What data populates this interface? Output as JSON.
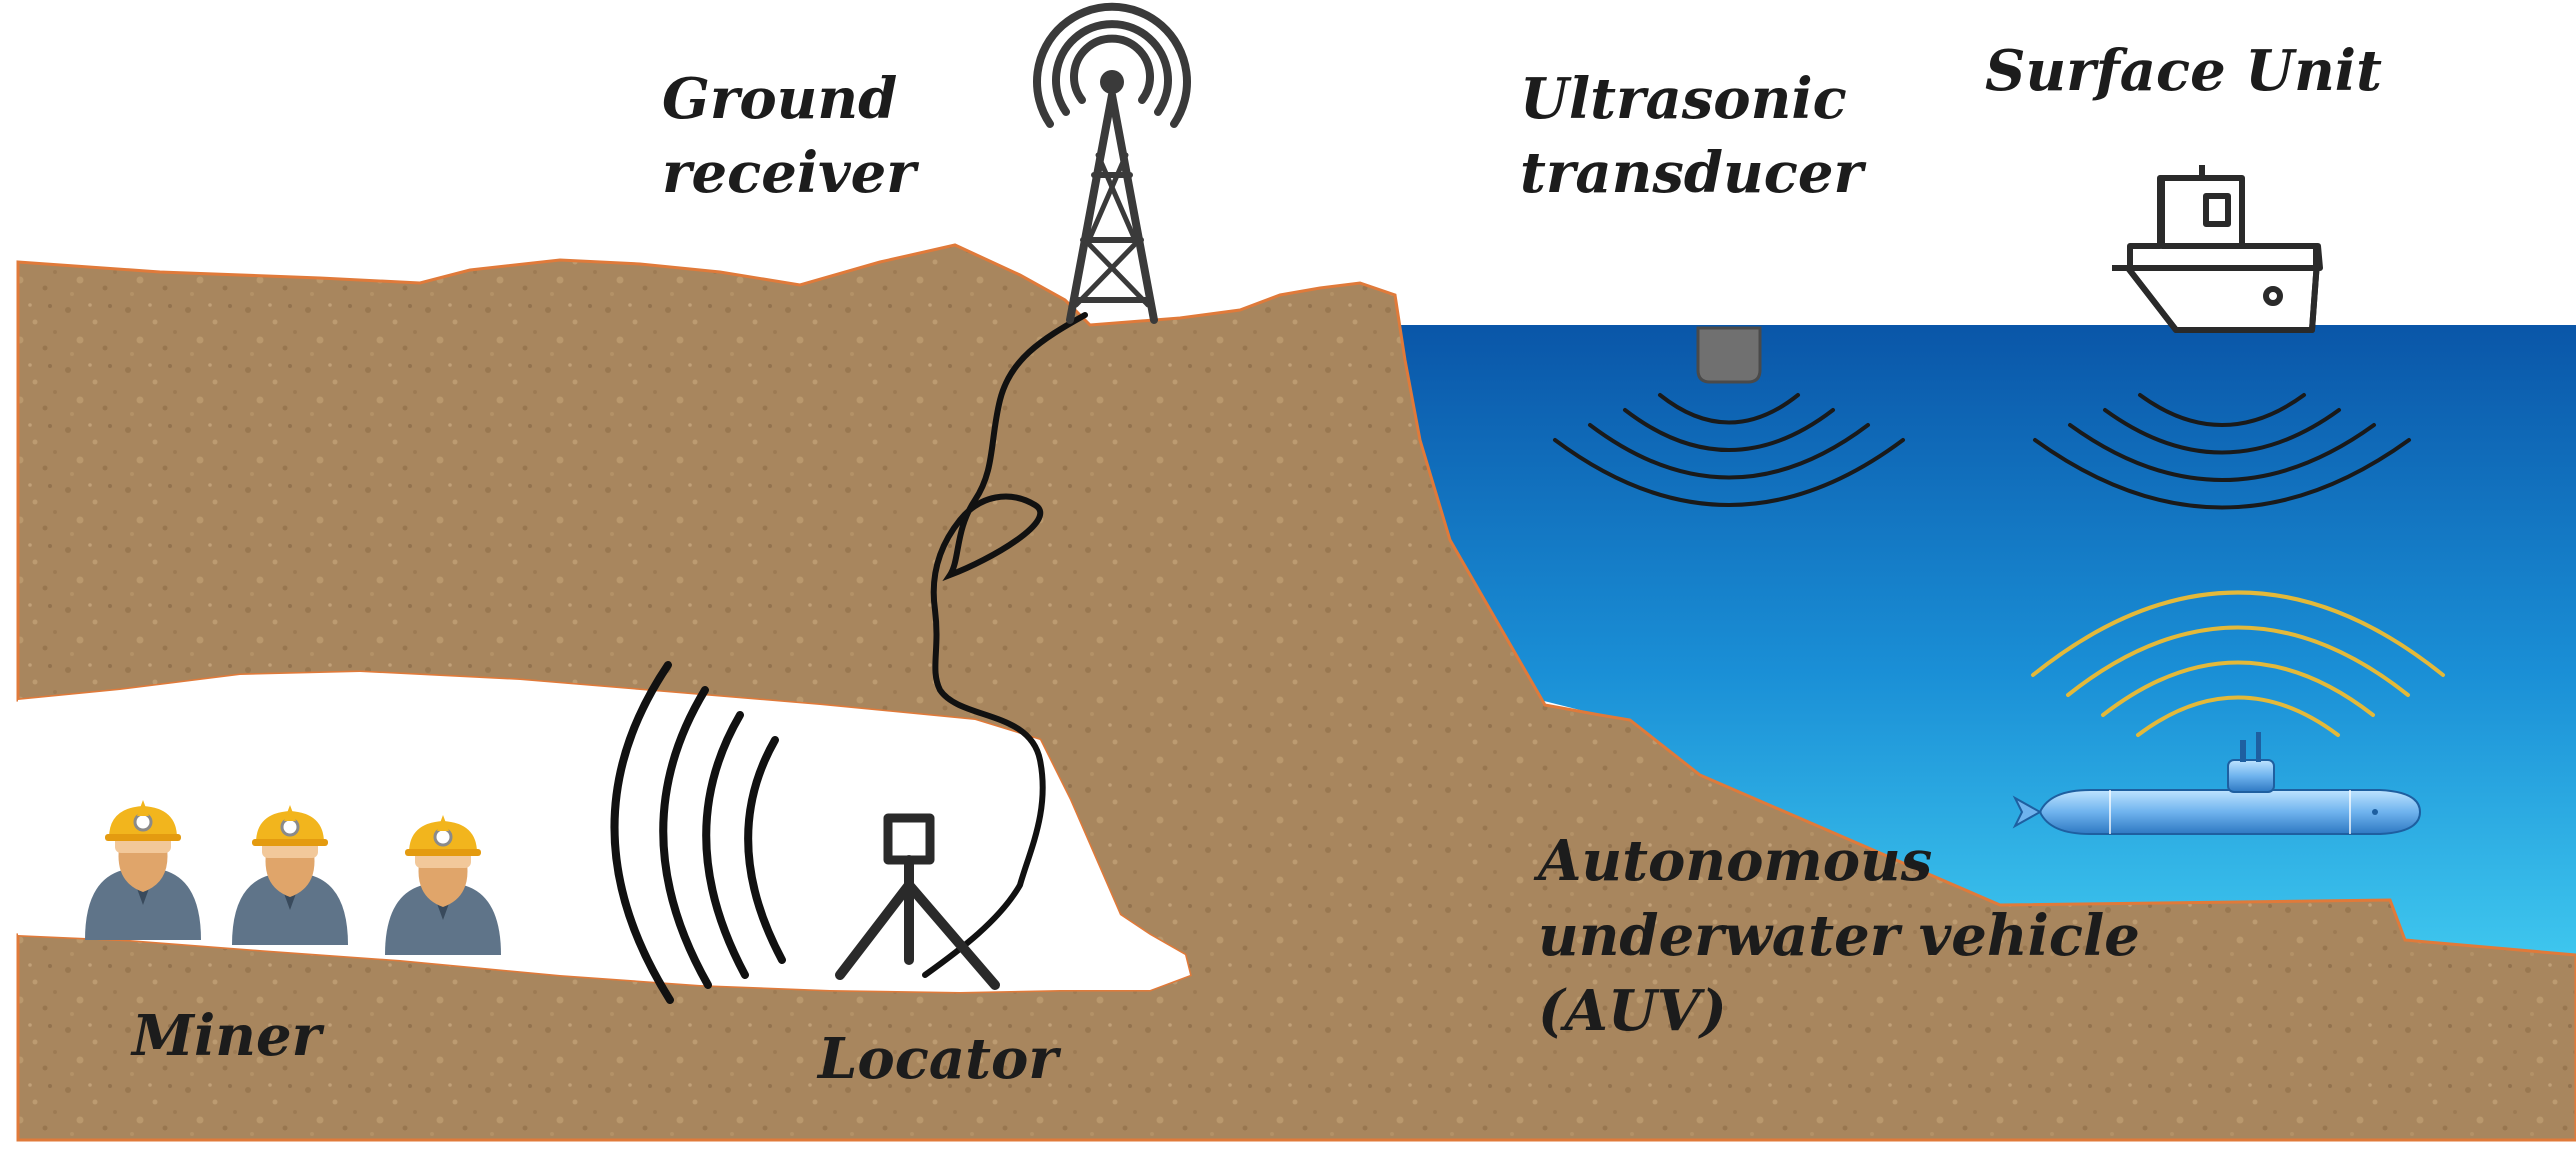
{
  "labels": {
    "ground_receiver_line1": "Ground",
    "ground_receiver_line2": "receiver",
    "ultrasonic_line1": "Ultrasonic",
    "ultrasonic_line2": "transducer",
    "surface_unit": "Surface Unit",
    "miner": "Miner",
    "locator": "Locator",
    "auv_line1": "Autonomous",
    "auv_line2": "underwater vehicle",
    "auv_line3": "(AUV)"
  },
  "icons": {
    "tower": "radio-tower-icon",
    "ship": "ship-icon",
    "transducer": "ultrasonic-transducer-icon",
    "submarine": "submarine-icon",
    "locator": "tripod-locator-icon",
    "miner": "miner-icon"
  },
  "colors": {
    "soil": "#a8865e",
    "soil_edge": "#e07a3a",
    "water_top": "#0a56a8",
    "water_bottom": "#38c0ea",
    "sound_waves": "#1a1a1a",
    "auv_waves": "#e3b93a",
    "helmet": "#f2b51d",
    "miner_body": "#5f7489"
  }
}
